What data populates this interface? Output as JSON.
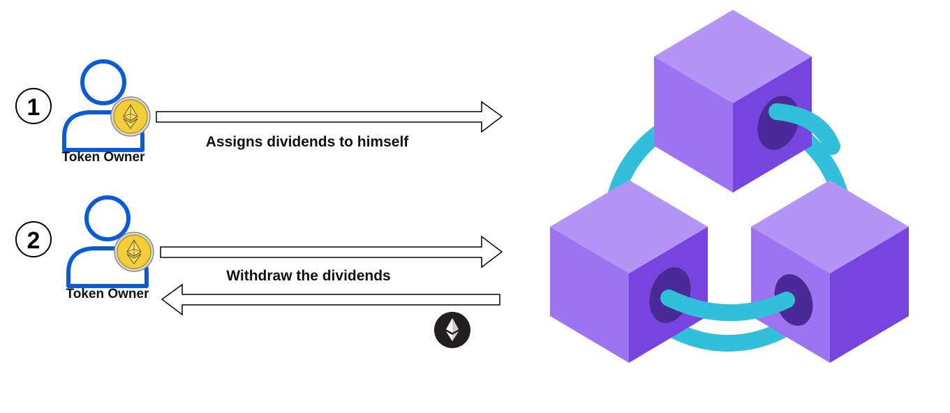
{
  "steps": [
    {
      "number": "1",
      "owner_label": "Token Owner",
      "arrow_label": "Assigns dividends to himself"
    },
    {
      "number": "2",
      "owner_label": "Token Owner",
      "arrow_label": "Withdraw the dividends"
    }
  ],
  "colors": {
    "person_outline": "#0b5bd9",
    "coin_gold": "#f2cf3a",
    "eth_badge_dark": "#231f20",
    "cube_top": "#b594f7",
    "cube_left": "#9c73f0",
    "cube_right": "#7744e0",
    "cube_hole": "#4a2a96",
    "link_cyan": "#31bfdc"
  },
  "icons": {
    "person": "person-outline-icon",
    "coin": "ethereum-coin-icon",
    "badge": "ethereum-badge-icon",
    "blockchain": "blockchain-cubes-icon"
  }
}
